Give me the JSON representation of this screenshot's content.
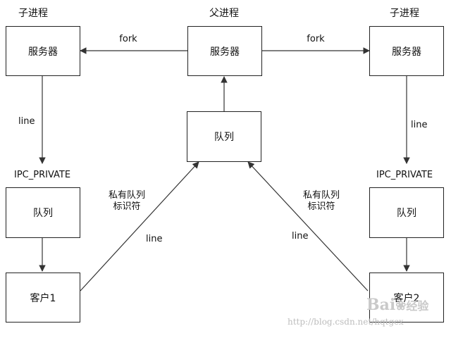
{
  "diagram": {
    "nodes": {
      "child_left_title": "子进程",
      "parent_title": "父进程",
      "child_right_title": "子进程",
      "server_left": "服务器",
      "server_center": "服务器",
      "server_right": "服务器",
      "queue_center": "队列",
      "ipc_left_label": "IPC_PRIVATE",
      "ipc_right_label": "IPC_PRIVATE",
      "queue_left": "队列",
      "queue_right": "队列",
      "client_left": "客户1",
      "client_right": "客户2"
    },
    "edges": {
      "fork_left": "fork",
      "fork_right": "fork",
      "line_left": "line",
      "line_right": "line",
      "line_mid_left": "line",
      "line_mid_right": "line",
      "private_id_left_1": "私有队列",
      "private_id_left_2": "标识符",
      "private_id_right_1": "私有队列",
      "private_id_right_2": "标识符"
    }
  },
  "watermark": {
    "brand": "Bai",
    "brand2": "经验",
    "url": "http://blog.csdn.net/hqtgcx"
  },
  "colors": {
    "stroke": "#333333",
    "text": "#111111"
  }
}
